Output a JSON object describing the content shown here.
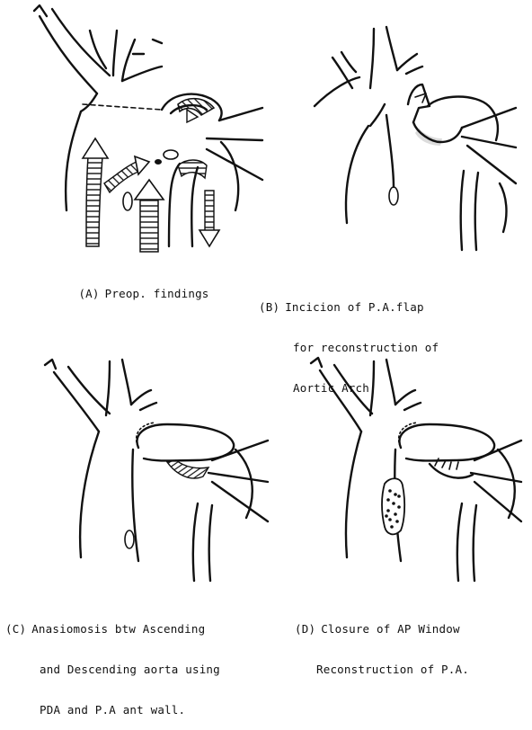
{
  "panels": [
    {
      "id": "A",
      "tag": "(A)",
      "lines": [
        "Preop. findings"
      ]
    },
    {
      "id": "B",
      "tag": "(B)",
      "lines": [
        "Incicion of P.A.flap",
        "for reconstruction of",
        "Aortic Arch."
      ]
    },
    {
      "id": "C",
      "tag": "(C)",
      "lines": [
        "Anasiomosis btw Ascending",
        "and Descending aorta using",
        "PDA and P.A ant wall."
      ]
    },
    {
      "id": "D",
      "tag": "(D)",
      "lines": [
        "Closure of AP Window",
        "Reconstruction of P.A."
      ]
    }
  ]
}
